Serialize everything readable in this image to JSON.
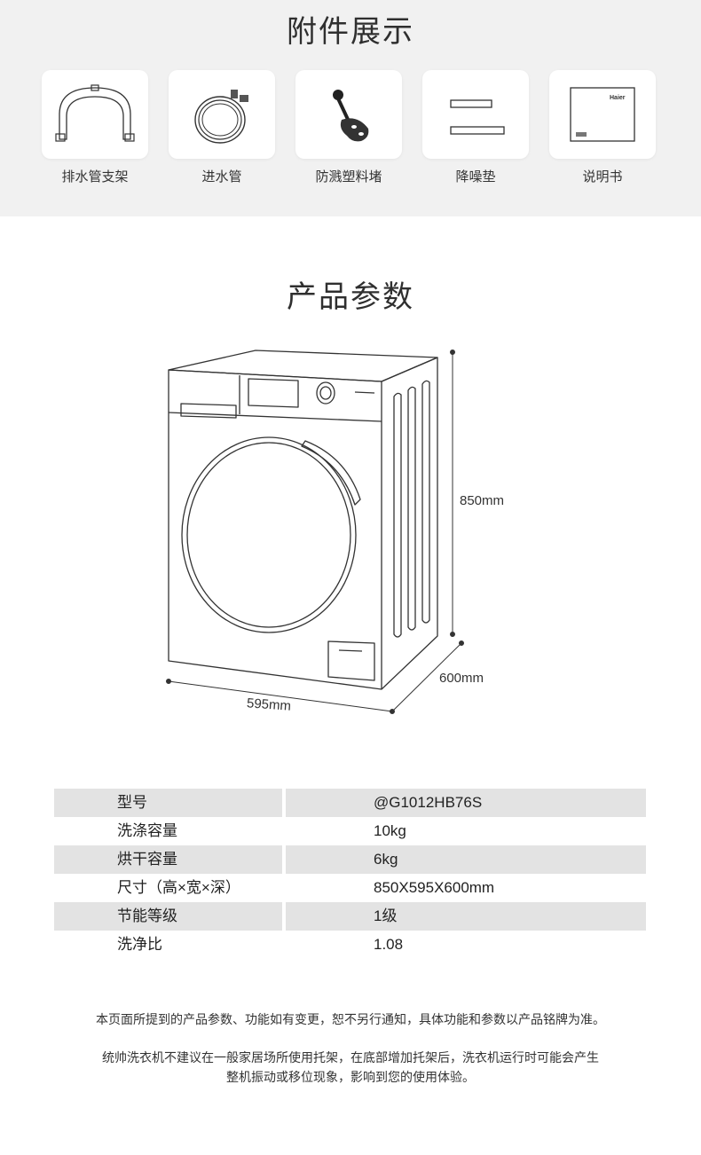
{
  "accessories": {
    "title": "附件展示",
    "items": [
      {
        "label": "排水管支架",
        "icon": "drain-hose-bracket-icon"
      },
      {
        "label": "进水管",
        "icon": "inlet-hose-icon"
      },
      {
        "label": "防溅塑料堵",
        "icon": "splash-proof-plug-icon"
      },
      {
        "label": "降噪垫",
        "icon": "noise-reduction-pad-icon"
      },
      {
        "label": "说明书",
        "icon": "manual-icon",
        "brand": "Haier"
      }
    ]
  },
  "parameters": {
    "title": "产品参数",
    "height": "850mm",
    "depth": "600mm",
    "width": "595mm"
  },
  "spec_table": [
    {
      "name": "型号",
      "value": "@G1012HB76S"
    },
    {
      "name": "洗涤容量",
      "value": "10kg"
    },
    {
      "name": "烘干容量",
      "value": "6kg"
    },
    {
      "name": "尺寸（高×宽×深）",
      "value": "850X595X600mm"
    },
    {
      "name": "节能等级",
      "value": "1级"
    },
    {
      "name": "洗净比",
      "value": "1.08"
    }
  ],
  "notes": {
    "line1": "本页面所提到的产品参数、功能如有变更，恕不另行通知，具体功能和参数以产品铭牌为准。",
    "line2a": "统帅洗衣机不建议在一般家居场所使用托架，在底部增加托架后，洗衣机运行时可能会产生",
    "line2b": "整机振动或移位现象，影响到您的使用体验。"
  },
  "colors": {
    "top_band": "#f1f1f1",
    "row_shade": "#e3e3e3",
    "line": "#333333"
  }
}
